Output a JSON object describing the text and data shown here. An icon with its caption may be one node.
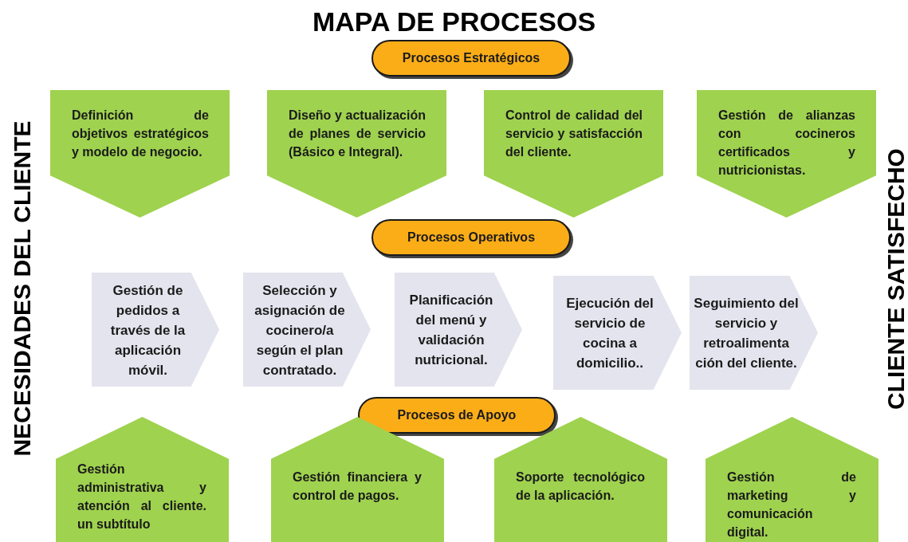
{
  "diagram": {
    "title": "MAPA DE PROCESOS",
    "nodes": [
      {
        "text": [
          "Procesos Estratégicos"
        ]
      },
      {
        "text": [
          "Definición de objetivos estratégicos y modelo de negocio."
        ]
      },
      {
        "text": [
          "Diseño y actualización de planes de servicio (Básico e Integral)."
        ]
      },
      {
        "text": [
          "Control de calidad del servicio y satisfacción del cliente."
        ]
      },
      {
        "text": [
          "Gestión de alianzas con cocineros certificados y nutricionistas."
        ]
      },
      {
        "text": [
          "Procesos Operativos"
        ]
      },
      {
        "text": [
          "Gestión de pedidos a través de la aplicación móvil."
        ]
      },
      {
        "text": [
          "Selección y asignación de cocinero/a según el plan contratado."
        ]
      },
      {
        "text": [
          "Planificación del menú y validación nutricional."
        ]
      },
      {
        "text": [
          "Ejecución del servicio de cocina a domicilio.."
        ]
      },
      {
        "text": [
          "Seguimiento del servicio y retroalimenta ción del cliente."
        ]
      },
      {
        "text": [
          "Procesos de Apoyo"
        ]
      },
      {
        "text": [
          "Gestión administrativa y atención al cliente. un subtítulo"
        ]
      },
      {
        "text": [
          "Gestión financiera y control de pagos."
        ]
      },
      {
        "text": [
          "Soporte tecnológico de la aplicación."
        ]
      },
      {
        "text": [
          "Gestión de marketing y comunicación digital."
        ]
      }
    ],
    "labels": [
      "NECESIDADES DEL CLIENTE",
      "CLIENTE SATISFECHO"
    ]
  }
}
